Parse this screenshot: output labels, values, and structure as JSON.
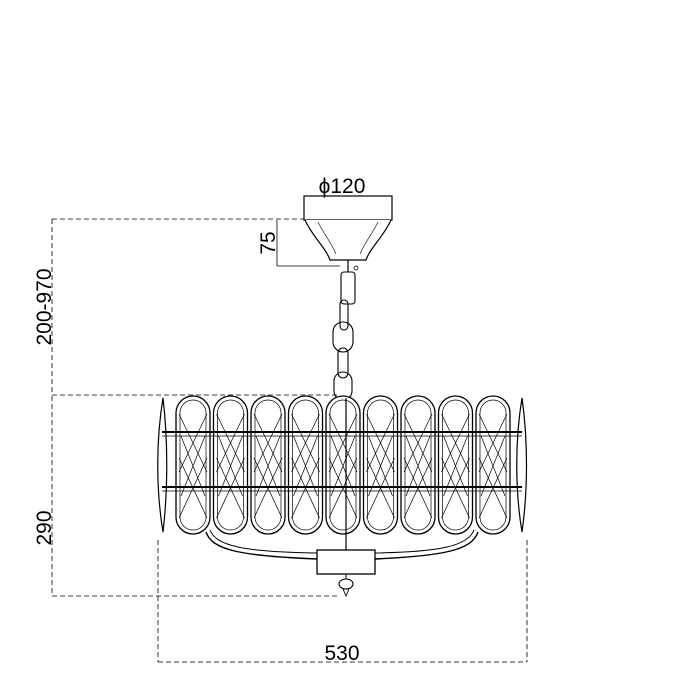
{
  "dimensions": {
    "canopy_diameter": "ϕ120",
    "canopy_height": "75",
    "hanging_length": "200-970",
    "body_height": "290",
    "body_width": "530"
  },
  "crystal_count": 9
}
